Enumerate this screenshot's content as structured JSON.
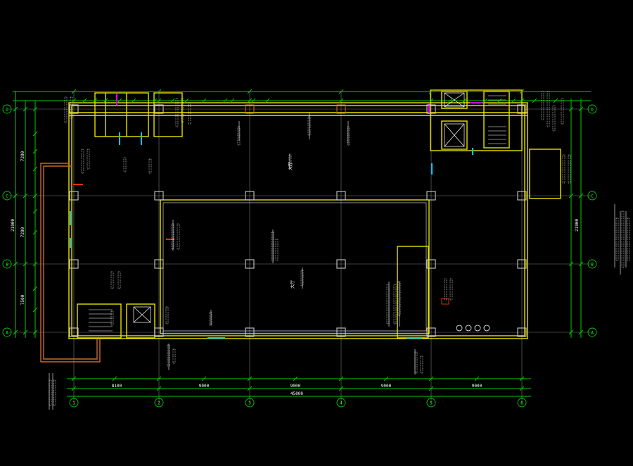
{
  "drawing": {
    "background": "#000000",
    "colors": {
      "wall": "#e8e000",
      "dim": "#00cc00",
      "axis": "#808080",
      "column": "#c0c0c0",
      "text": "#ffffff",
      "accent_cyan": "#00c8ff",
      "accent_magenta": "#e000e0",
      "accent_red": "#e03000",
      "accent_orange": "#c86a2a"
    },
    "axes_bottom": [
      "1",
      "2",
      "3",
      "4",
      "5",
      "6"
    ],
    "axes_side": [
      "A",
      "B",
      "C",
      "D"
    ],
    "labels": {
      "bottom_total": "45000",
      "bottom_segments": [
        "8100",
        "9000",
        "9000",
        "9000",
        "9000"
      ],
      "left_total": "21900",
      "left_segments": [
        "7200",
        "7200",
        "7500"
      ],
      "right_total": "21900",
      "room_center": "大厅",
      "room_right": "大厅"
    },
    "icons": [
      "north-arrow-icon",
      "stair-icon",
      "elevator-icon",
      "axis-bubble-icon"
    ]
  }
}
